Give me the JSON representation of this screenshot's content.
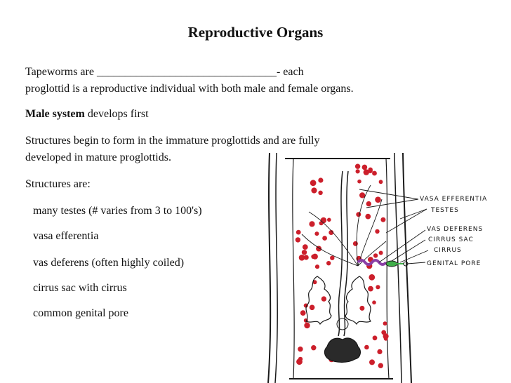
{
  "slide": {
    "title": "Reproductive Organs",
    "intro_line1": "Tapeworms are ________________________________- each",
    "intro_line2": "proglottid is a reproductive individual with both male and female organs.",
    "male_bold": "Male system",
    "male_rest": " develops first",
    "structures_line1": "Structures begin to form in the immature proglottids and are fully",
    "structures_line2": "developed in mature proglottids.",
    "structures_are": "Structures are:",
    "list": [
      "many testes (# varies from 3 to 100's)",
      "vasa efferentia",
      "vas deferens (often highly coiled)",
      "cirrus sac with cirrus",
      "common genital pore"
    ]
  },
  "figure": {
    "labels": {
      "vasa_efferentia": "VASA EFFERENTIA",
      "testes": "TESTES",
      "vas_deferens": "VAS DEFERENS",
      "cirrus_sac": "CIRRUS SAC",
      "cirrus": "CIRRUS",
      "genital_pore": "GENITAL PORE"
    },
    "colors": {
      "testes": "#cc1f2b",
      "vas_deferens": "#8b3fa6",
      "cirrus": "#3fae49",
      "outline": "#1a1a1a"
    }
  }
}
